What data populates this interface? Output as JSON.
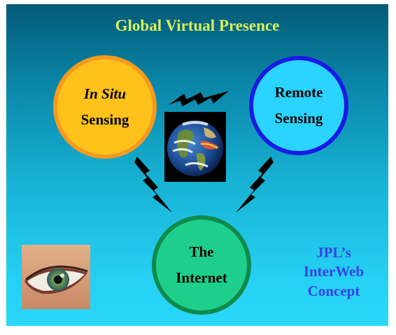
{
  "title": "Global Virtual Presence",
  "nodes": {
    "in_situ": {
      "line1": "In Situ",
      "line2": "Sensing"
    },
    "remote": {
      "line1": "Remote",
      "line2": "Sensing"
    },
    "internet": {
      "line1": "The",
      "line2": "Internet"
    }
  },
  "concept": {
    "line1": "JPL’s",
    "line2": "InterWeb",
    "line3": "Concept"
  },
  "colors": {
    "title": "#d8f05a",
    "in_situ_fill": "#ffc21a",
    "remote_fill": "#2ad4ff",
    "internet_fill": "#1ecf8c",
    "concept_text": "#3a40e6"
  },
  "icons": [
    "earth-globe-image",
    "eye-image",
    "lightning-bolt-icon"
  ]
}
